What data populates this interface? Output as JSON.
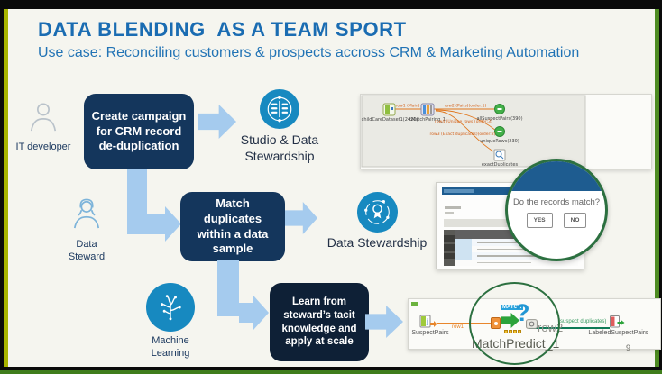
{
  "header": {
    "title": "DATA BLENDING  AS A TEAM SPORT",
    "subtitle": "Use case: Reconciling customers & prospects accross CRM & Marketing Automation"
  },
  "flow": {
    "actors": [
      {
        "label": "IT developer"
      },
      {
        "label": "Data Steward"
      },
      {
        "label": "Machine Learning"
      }
    ],
    "steps": [
      {
        "label": "Create campaign for CRM record de-duplication"
      },
      {
        "label": "Match duplicates within a data sample"
      },
      {
        "label": "Learn from steward’s tacit knowledge and apply at scale"
      }
    ],
    "products": [
      {
        "label": "Studio & Data Stewardship"
      },
      {
        "label": "Data Stewardship"
      }
    ]
  },
  "job_designer": {
    "nodes": [
      {
        "label": "childCareDataset1(2420)"
      },
      {
        "label": "tMatchPairing_1"
      },
      {
        "label": "allSuspectPairs(390)"
      },
      {
        "label": "uniqueRows(230)"
      },
      {
        "label": "exactDuplicates"
      }
    ],
    "links": [
      {
        "label": "row1 (Main)"
      },
      {
        "label": "row2 (Pairs)(order:1)"
      },
      {
        "label": "row4 (Unique rows)(order:3)"
      },
      {
        "label": "row3 (Exact duplicates)(order:2)"
      }
    ]
  },
  "stewardship_app": {
    "dialog_question": "Do the records match?",
    "yes_label": "YES",
    "no_label": "NO"
  },
  "pipeline": {
    "source_label": "SuspectPairs",
    "row1_label": "row1",
    "component_badge": "MATCH",
    "question_mark": "?",
    "component_label": "MatchPredict_1",
    "row2_label": "row2",
    "link_label": "(suspect duplicates)",
    "target_label": "LabeledSuspectPairs"
  },
  "page_number": "9",
  "colors": {
    "title_blue": "#1a6cb2",
    "box_navy": "#14365c",
    "box_dark_navy": "#0e2036",
    "arrow_blue": "#a5cbee",
    "icon_circle_blue": "#1789c0",
    "magnifier_green": "#2c7040",
    "link_orange": "#e0761c",
    "link_teal": "#0e7a57",
    "border_yellow_green": "#a8b400",
    "border_green": "#4d8b21"
  }
}
